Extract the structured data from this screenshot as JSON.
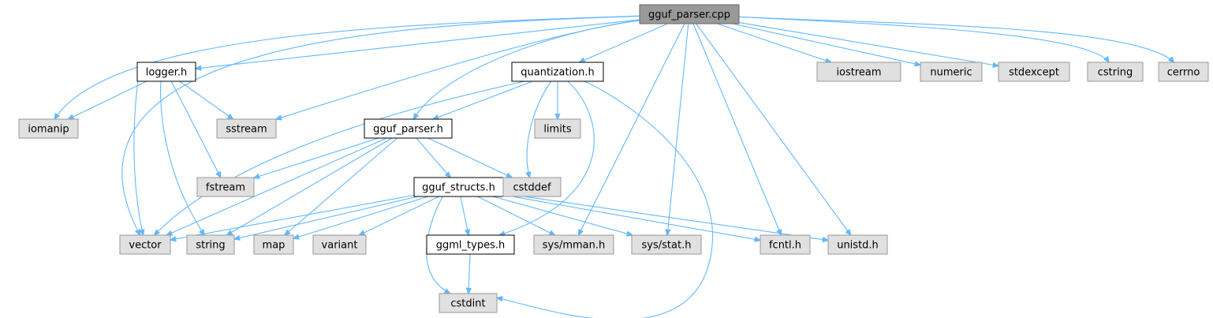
{
  "diagram": {
    "type": "include-dependency-graph",
    "colors": {
      "edge": "#63b8ff",
      "root_fill": "#999999",
      "project_fill": "#ffffff",
      "system_fill": "#e0e0e0"
    },
    "nodes": [
      {
        "id": "gguf_parser_cpp",
        "label": "gguf_parser.cpp",
        "kind": "root"
      },
      {
        "id": "logger_h",
        "label": "logger.h",
        "kind": "project"
      },
      {
        "id": "quantization_h",
        "label": "quantization.h",
        "kind": "project"
      },
      {
        "id": "gguf_parser_h",
        "label": "gguf_parser.h",
        "kind": "project"
      },
      {
        "id": "gguf_structs_h",
        "label": "gguf_structs.h",
        "kind": "project"
      },
      {
        "id": "ggml_types_h",
        "label": "ggml_types.h",
        "kind": "project"
      },
      {
        "id": "iostream",
        "label": "iostream",
        "kind": "system"
      },
      {
        "id": "numeric",
        "label": "numeric",
        "kind": "system"
      },
      {
        "id": "stdexcept",
        "label": "stdexcept",
        "kind": "system"
      },
      {
        "id": "cstring",
        "label": "cstring",
        "kind": "system"
      },
      {
        "id": "cerrno",
        "label": "cerrno",
        "kind": "system"
      },
      {
        "id": "iomanip",
        "label": "iomanip",
        "kind": "system"
      },
      {
        "id": "sstream",
        "label": "sstream",
        "kind": "system"
      },
      {
        "id": "limits",
        "label": "limits",
        "kind": "system"
      },
      {
        "id": "fstream",
        "label": "fstream",
        "kind": "system"
      },
      {
        "id": "cstddef",
        "label": "cstddef",
        "kind": "system"
      },
      {
        "id": "vector",
        "label": "vector",
        "kind": "system"
      },
      {
        "id": "string",
        "label": "string",
        "kind": "system"
      },
      {
        "id": "map",
        "label": "map",
        "kind": "system"
      },
      {
        "id": "variant",
        "label": "variant",
        "kind": "system"
      },
      {
        "id": "sys_mman_h",
        "label": "sys/mman.h",
        "kind": "system"
      },
      {
        "id": "sys_stat_h",
        "label": "sys/stat.h",
        "kind": "system"
      },
      {
        "id": "fcntl_h",
        "label": "fcntl.h",
        "kind": "system"
      },
      {
        "id": "unistd_h",
        "label": "unistd.h",
        "kind": "system"
      },
      {
        "id": "cstdint",
        "label": "cstdint",
        "kind": "system"
      }
    ],
    "edges": [
      {
        "from": "gguf_parser_cpp",
        "to": "logger_h"
      },
      {
        "from": "gguf_parser_cpp",
        "to": "quantization_h"
      },
      {
        "from": "gguf_parser_cpp",
        "to": "gguf_parser_h"
      },
      {
        "from": "gguf_parser_cpp",
        "to": "iostream"
      },
      {
        "from": "gguf_parser_cpp",
        "to": "numeric"
      },
      {
        "from": "gguf_parser_cpp",
        "to": "stdexcept"
      },
      {
        "from": "gguf_parser_cpp",
        "to": "cstring"
      },
      {
        "from": "gguf_parser_cpp",
        "to": "cerrno"
      },
      {
        "from": "gguf_parser_cpp",
        "to": "iomanip"
      },
      {
        "from": "gguf_parser_cpp",
        "to": "sstream"
      },
      {
        "from": "gguf_parser_cpp",
        "to": "vector"
      },
      {
        "from": "gguf_parser_cpp",
        "to": "sys_mman_h"
      },
      {
        "from": "gguf_parser_cpp",
        "to": "sys_stat_h"
      },
      {
        "from": "gguf_parser_cpp",
        "to": "fcntl_h"
      },
      {
        "from": "gguf_parser_cpp",
        "to": "unistd_h"
      },
      {
        "from": "logger_h",
        "to": "iomanip"
      },
      {
        "from": "logger_h",
        "to": "sstream"
      },
      {
        "from": "logger_h",
        "to": "fstream"
      },
      {
        "from": "logger_h",
        "to": "vector"
      },
      {
        "from": "logger_h",
        "to": "string"
      },
      {
        "from": "quantization_h",
        "to": "gguf_parser_h"
      },
      {
        "from": "quantization_h",
        "to": "limits"
      },
      {
        "from": "quantization_h",
        "to": "cstddef"
      },
      {
        "from": "quantization_h",
        "to": "vector"
      },
      {
        "from": "quantization_h",
        "to": "ggml_types_h"
      },
      {
        "from": "quantization_h",
        "to": "cstdint"
      },
      {
        "from": "gguf_parser_h",
        "to": "gguf_structs_h"
      },
      {
        "from": "gguf_parser_h",
        "to": "fstream"
      },
      {
        "from": "gguf_parser_h",
        "to": "cstddef"
      },
      {
        "from": "gguf_parser_h",
        "to": "vector"
      },
      {
        "from": "gguf_parser_h",
        "to": "string"
      },
      {
        "from": "gguf_parser_h",
        "to": "map"
      },
      {
        "from": "gguf_structs_h",
        "to": "vector"
      },
      {
        "from": "gguf_structs_h",
        "to": "string"
      },
      {
        "from": "gguf_structs_h",
        "to": "map"
      },
      {
        "from": "gguf_structs_h",
        "to": "variant"
      },
      {
        "from": "gguf_structs_h",
        "to": "ggml_types_h"
      },
      {
        "from": "gguf_structs_h",
        "to": "sys_mman_h"
      },
      {
        "from": "gguf_structs_h",
        "to": "sys_stat_h"
      },
      {
        "from": "gguf_structs_h",
        "to": "fcntl_h"
      },
      {
        "from": "gguf_structs_h",
        "to": "unistd_h"
      },
      {
        "from": "gguf_structs_h",
        "to": "cstdint"
      },
      {
        "from": "ggml_types_h",
        "to": "cstdint"
      }
    ]
  }
}
